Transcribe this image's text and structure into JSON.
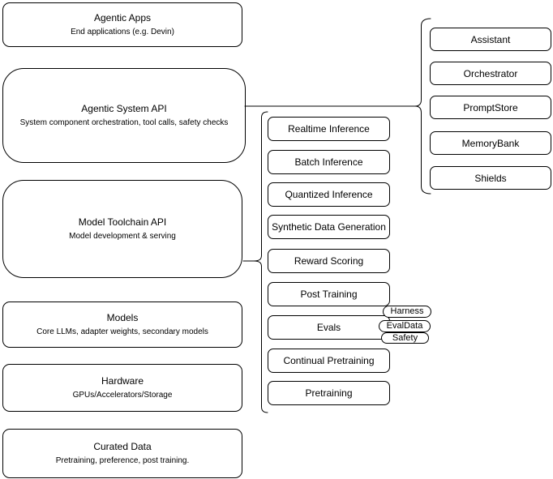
{
  "left_stack": [
    {
      "title": "Agentic Apps",
      "subtitle": "End applications (e.g. Devin)"
    },
    {
      "title": "Agentic System API",
      "subtitle": "System component orchestration, tool calls, safety checks"
    },
    {
      "title": "Model Toolchain API",
      "subtitle": "Model development & serving"
    },
    {
      "title": "Models",
      "subtitle": "Core LLMs, adapter weights, secondary models"
    },
    {
      "title": "Hardware",
      "subtitle": "GPUs/Accelerators/Storage"
    },
    {
      "title": "Curated Data",
      "subtitle": "Pretraining, preference, post training."
    }
  ],
  "toolchain_components": [
    "Realtime Inference",
    "Batch Inference",
    "Quantized Inference",
    "Synthetic Data Generation",
    "Reward Scoring",
    "Post Training",
    "Evals",
    "Continual Pretraining",
    "Pretraining"
  ],
  "eval_tags": [
    "Harness",
    "EvalData",
    "Safety"
  ],
  "system_components": [
    "Assistant",
    "Orchestrator",
    "PromptStore",
    "MemoryBank",
    "Shields"
  ],
  "colors": {
    "stroke": "#000000",
    "fill": "#ffffff",
    "text": "#000000"
  }
}
